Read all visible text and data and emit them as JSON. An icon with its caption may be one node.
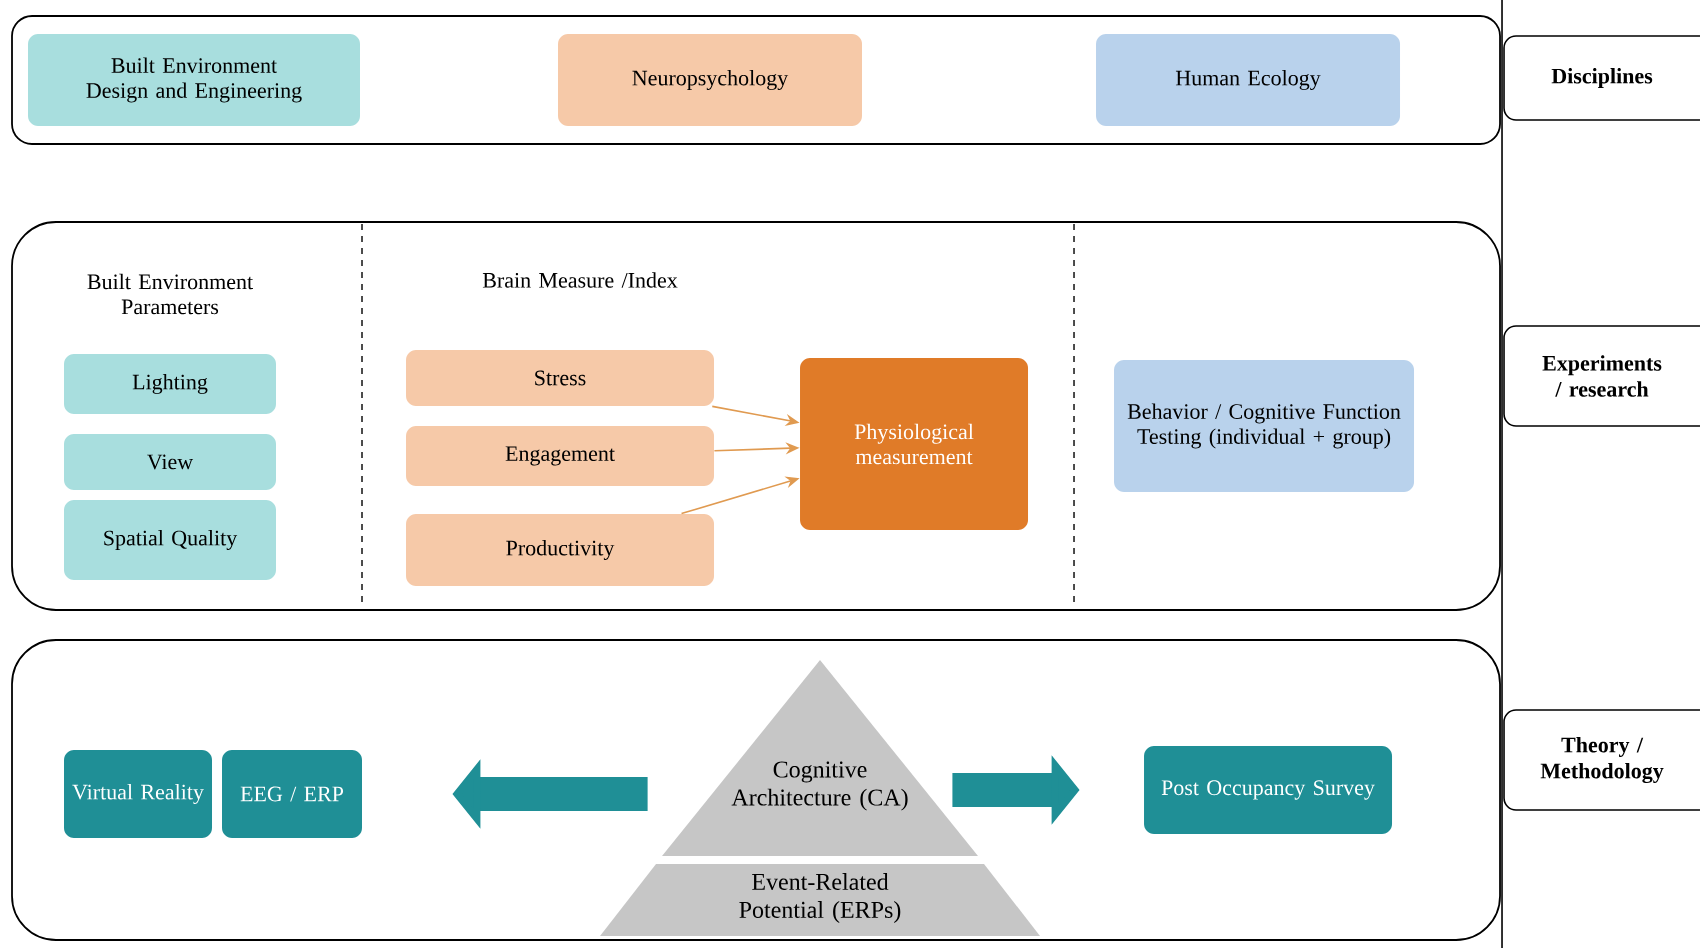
{
  "diagram": {
    "nodes": [
      {
        "text": [],
        "shape": "box"
      },
      {
        "text": [
          "Built Environment Design and Engineering"
        ],
        "in": 0
      },
      {
        "text": [
          "Neuropsychology"
        ],
        "in": 0
      },
      {
        "text": [
          "Human Ecology"
        ],
        "in": 0
      },
      {
        "text": [],
        "shape": "box"
      },
      {
        "text": [
          "Lighting"
        ],
        "in": 4
      },
      {
        "text": [
          "View"
        ],
        "in": 4
      },
      {
        "text": [
          "Spatial Quality"
        ],
        "in": 4
      },
      {
        "text": [
          "Stress"
        ],
        "in": 4
      },
      {
        "text": [
          "Engagement"
        ],
        "in": 4
      },
      {
        "text": [
          "Productivity"
        ],
        "in": 4
      },
      {
        "text": [
          "Physiological measurement"
        ],
        "in": 4
      },
      {
        "text": [
          "Behavior / Cognitive Function Testing (individual + group)"
        ],
        "in": 4
      },
      {
        "text": [],
        "shape": "box"
      },
      {
        "text": [
          "Virtual Reality"
        ],
        "in": 13
      },
      {
        "text": [
          "EEG / ERP"
        ],
        "in": 13
      },
      {
        "text": [
          "Cognitive Architecture (CA)"
        ],
        "in": 13
      },
      {
        "text": [
          "Event-Related Potential (ERPs)"
        ],
        "in": 13
      },
      {
        "text": [
          "Post Occupancy Survey"
        ],
        "in": 13
      },
      {
        "text": [
          "Disciplines"
        ]
      },
      {
        "text": [
          "Experiments / research"
        ]
      },
      {
        "text": [
          "Theory / Methodology"
        ]
      }
    ],
    "edges": [
      {
        "from": 8,
        "to": 11,
        "arrow": "to"
      },
      {
        "from": 9,
        "to": 11,
        "arrow": "to"
      },
      {
        "from": 10,
        "to": 11,
        "arrow": "to"
      },
      {
        "from": 16,
        "to": 15,
        "arrow": "to",
        "style": "thick",
        "color": "#1f8f96"
      },
      {
        "from": 16,
        "to": 18,
        "arrow": "to",
        "style": "thick",
        "color": "#1f8f96"
      }
    ],
    "labels": [
      "Built Environment Parameters",
      "Brain Measure /Index"
    ]
  }
}
